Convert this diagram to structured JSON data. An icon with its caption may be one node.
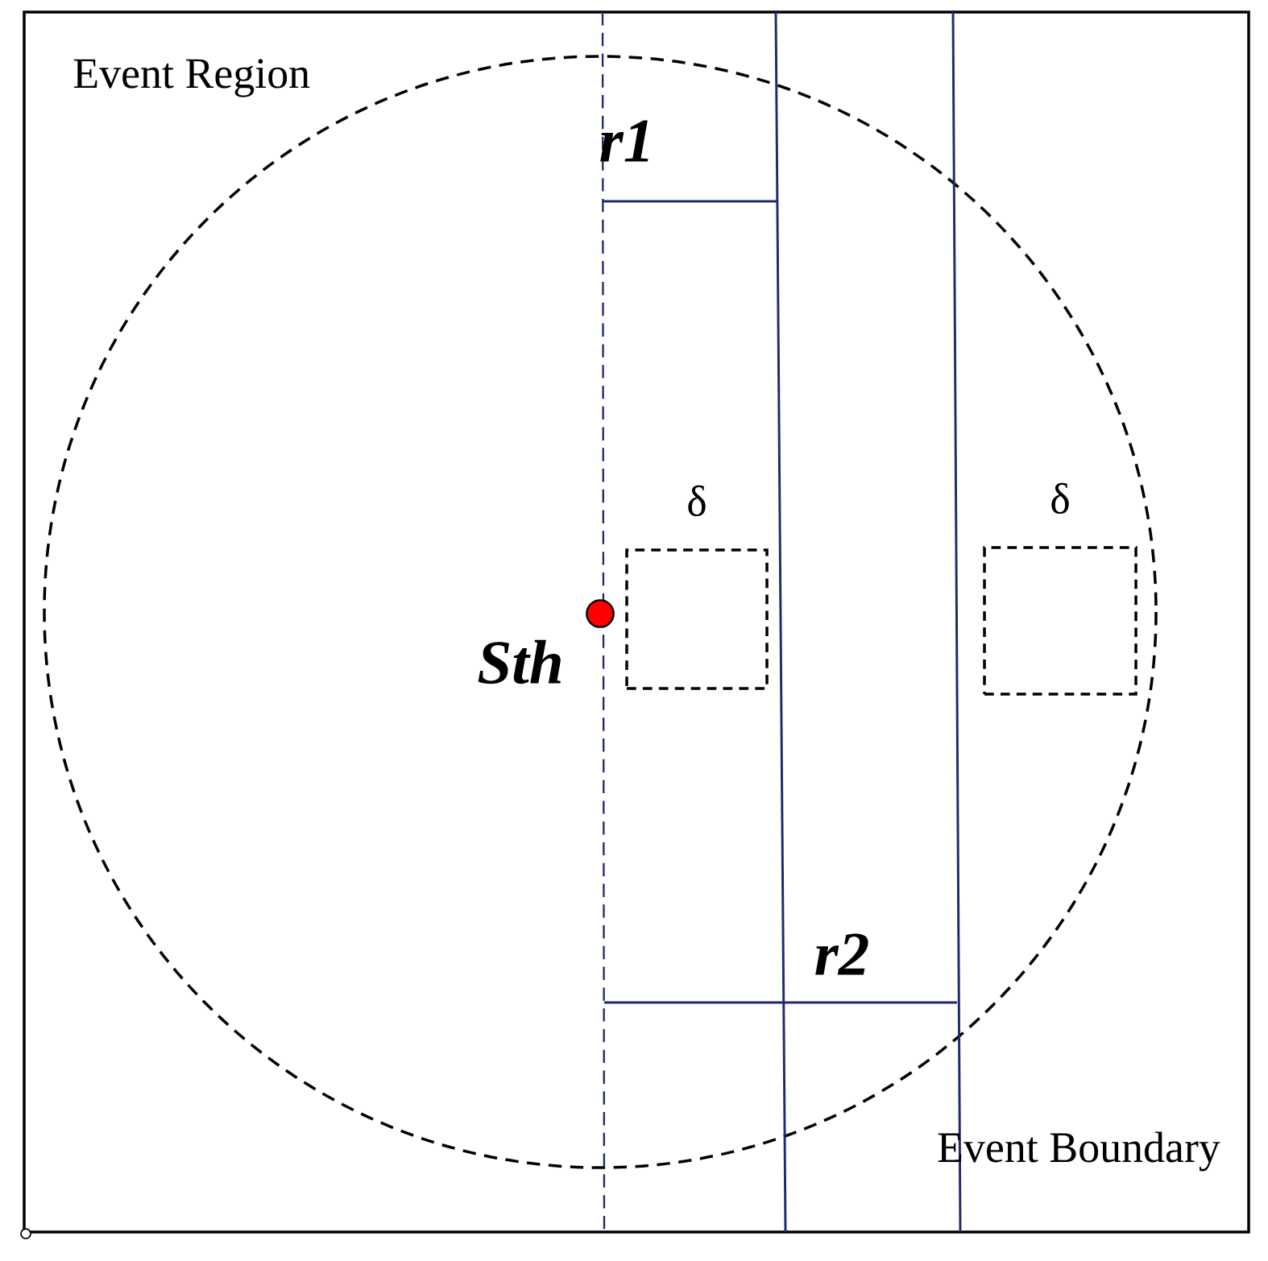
{
  "diagram": {
    "nodes": [
      {
        "text": [],
        "shape": "circle",
        "beside": [
          "Sth"
        ]
      },
      {
        "text": [
          "δ"
        ]
      },
      {
        "text": [
          "δ"
        ]
      }
    ],
    "labels": [
      "Event Region",
      "r1",
      "r2",
      "Event Boundary"
    ]
  }
}
